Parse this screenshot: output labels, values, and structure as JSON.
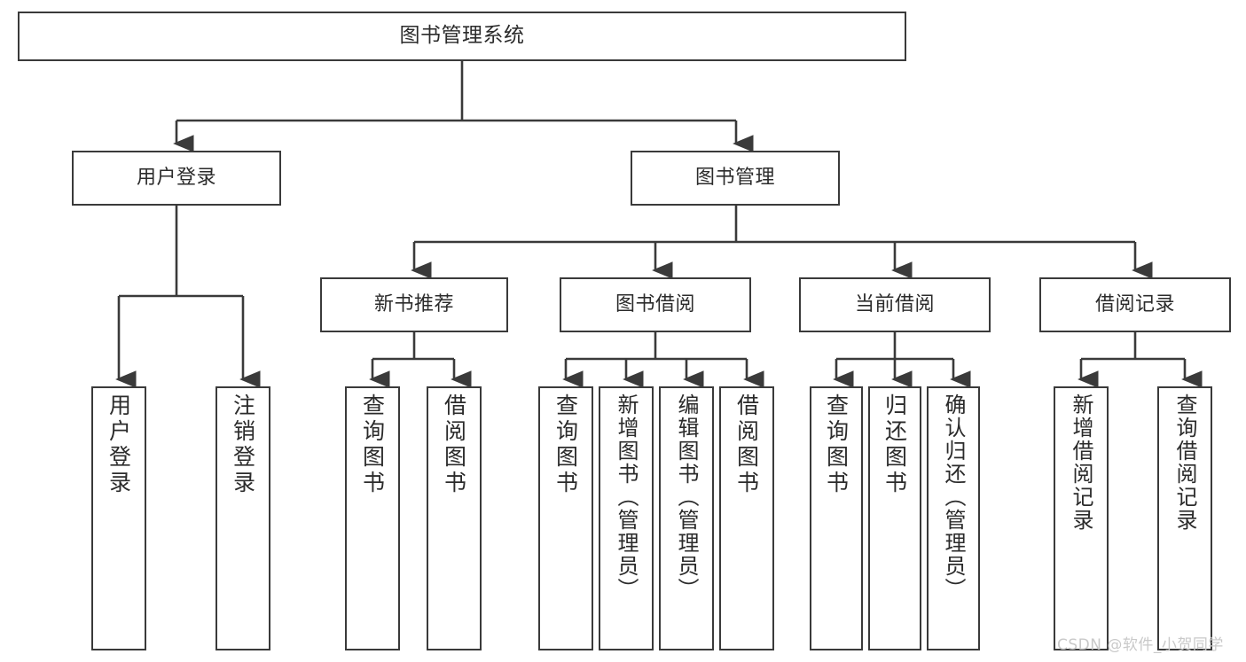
{
  "diagram": {
    "title": "图书管理系统",
    "type": "tree-hierarchy",
    "watermark": "CSDN @软件_小贺同学",
    "colors": {
      "stroke": "#3a3a3a",
      "text": "#2b2b2b",
      "background": "#ffffff",
      "watermark": "#c9c9c9"
    },
    "nodes": {
      "root": {
        "label": "图书管理系统"
      },
      "level2": [
        {
          "id": "user-login",
          "label": "用户登录"
        },
        {
          "id": "book-manage",
          "label": "图书管理"
        }
      ],
      "level3": [
        {
          "id": "new-book-rec",
          "label": "新书推荐"
        },
        {
          "id": "book-borrow",
          "label": "图书借阅"
        },
        {
          "id": "current-borrow",
          "label": "当前借阅"
        },
        {
          "id": "borrow-record",
          "label": "借阅记录"
        }
      ],
      "leaves": [
        {
          "id": "leaf-user-login",
          "label": "用户登录",
          "parent": "user-login"
        },
        {
          "id": "leaf-user-logout",
          "label": "注销登录",
          "parent": "user-login"
        },
        {
          "id": "leaf-query-book-1",
          "label": "查询图书",
          "parent": "new-book-rec"
        },
        {
          "id": "leaf-borrow-book-1",
          "label": "借阅图书",
          "parent": "new-book-rec"
        },
        {
          "id": "leaf-query-book-2",
          "label": "查询图书",
          "parent": "book-borrow"
        },
        {
          "id": "leaf-add-book",
          "label": "新增图书（管理员）",
          "parent": "book-borrow"
        },
        {
          "id": "leaf-edit-book",
          "label": "编辑图书（管理员）",
          "parent": "book-borrow"
        },
        {
          "id": "leaf-borrow-book-2",
          "label": "借阅图书",
          "parent": "book-borrow"
        },
        {
          "id": "leaf-query-book-3",
          "label": "查询图书",
          "parent": "current-borrow"
        },
        {
          "id": "leaf-return-book",
          "label": "归还图书",
          "parent": "current-borrow"
        },
        {
          "id": "leaf-confirm-return",
          "label": "确认归还（管理员）",
          "parent": "current-borrow"
        },
        {
          "id": "leaf-add-record",
          "label": "新增借阅记录",
          "parent": "borrow-record"
        },
        {
          "id": "leaf-query-record",
          "label": "查询借阅记录",
          "parent": "borrow-record"
        }
      ]
    }
  }
}
